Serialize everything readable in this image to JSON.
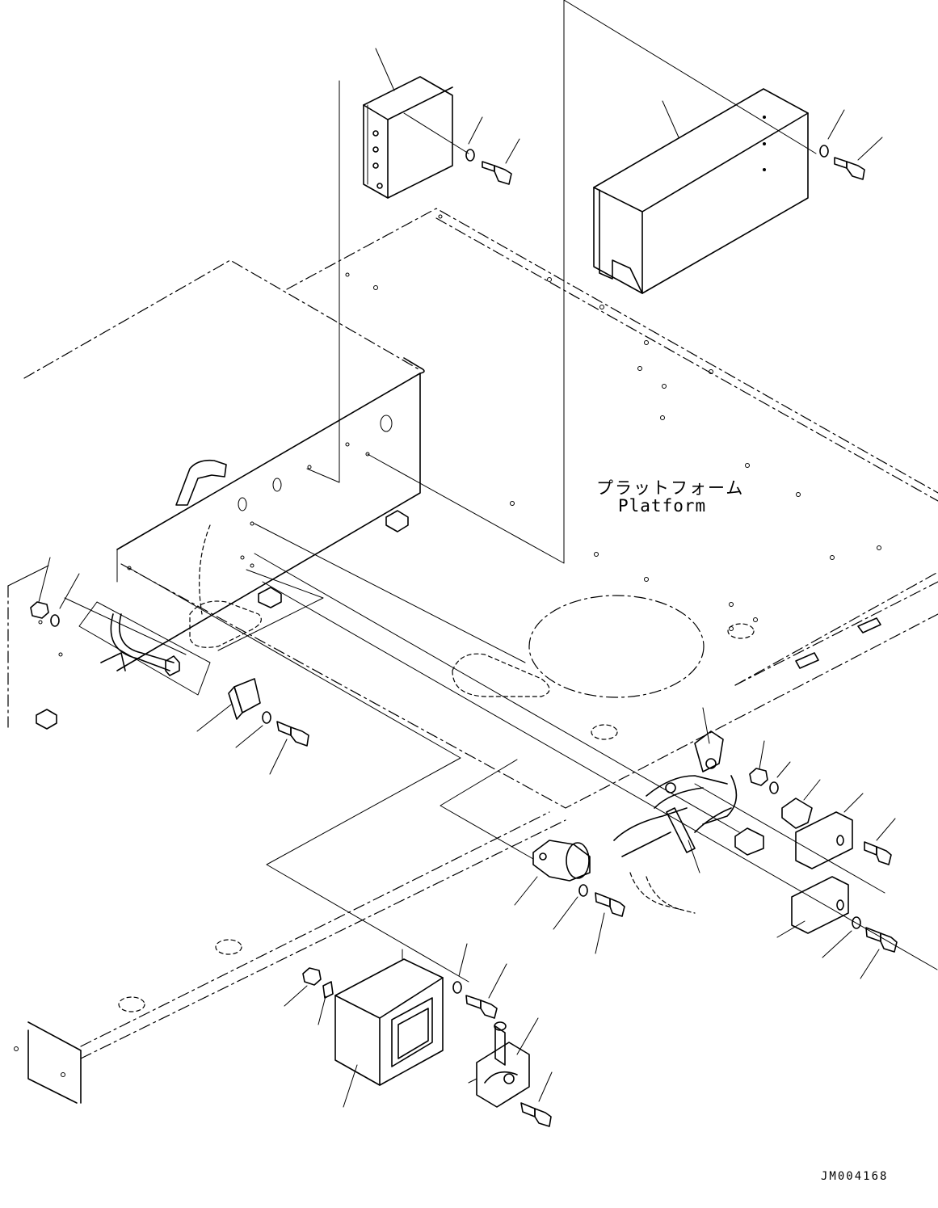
{
  "labels": {
    "platform_jp": "プラットフォーム",
    "platform_en": "Platform",
    "drawing_code": "JM004168"
  },
  "style": {
    "line_color": "#000000",
    "background": "#ffffff"
  }
}
